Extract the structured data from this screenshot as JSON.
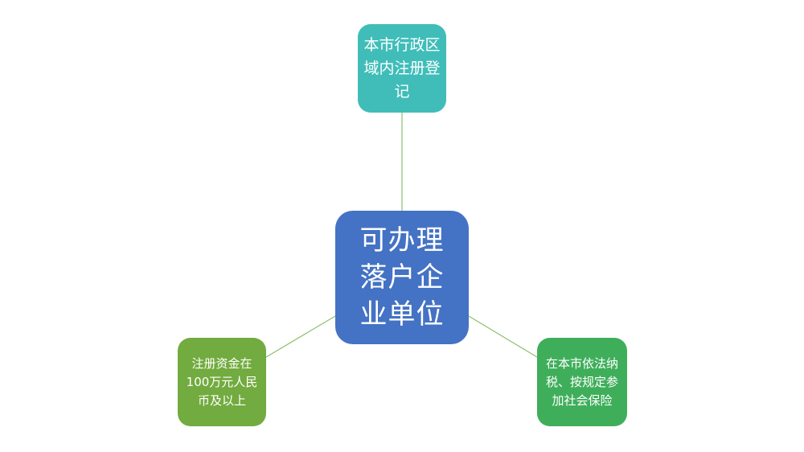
{
  "diagram": {
    "center": {
      "label": "可办理落户企业单位",
      "color": "#4472c4"
    },
    "nodes": [
      {
        "label": "本市行政区域内注册登记",
        "color": "#40bdb9"
      },
      {
        "label": "注册资金在100万元人民币及以上",
        "color": "#72ab3f"
      },
      {
        "label": "在本市依法纳税、按规定参加社会保险",
        "color": "#3fae5b"
      }
    ],
    "connector_color": "#8dbf6d"
  }
}
